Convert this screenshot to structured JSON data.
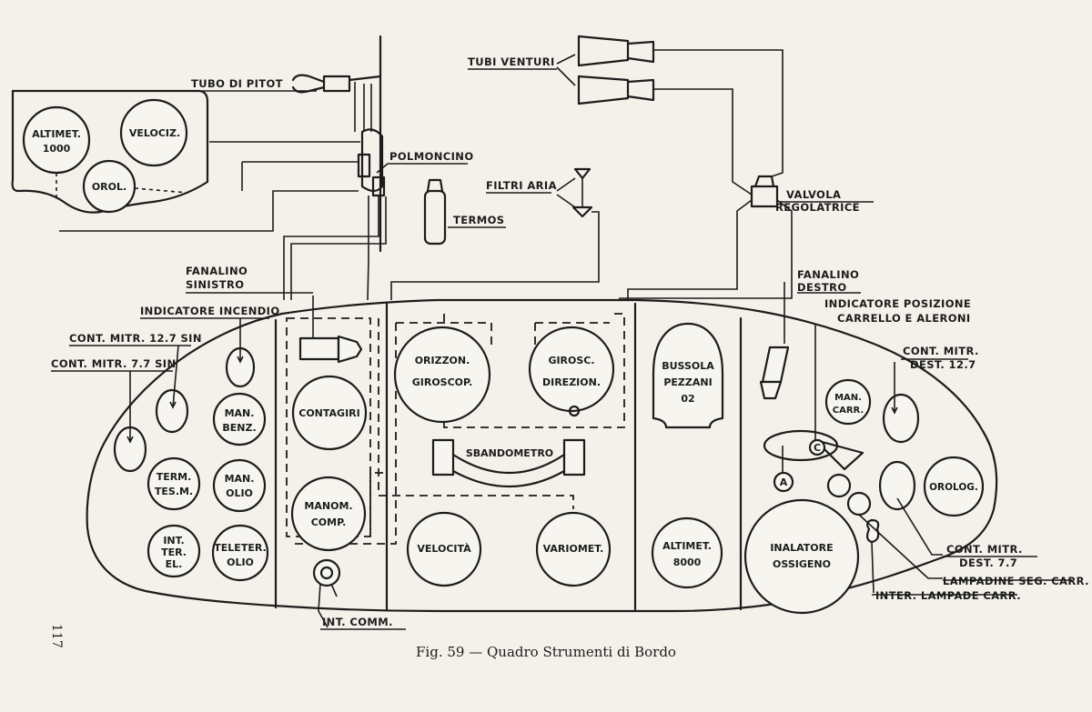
{
  "caption": "Fig. 59 — Quadro Strumenti di Bordo",
  "page_number": "117",
  "upper_labels": {
    "tubo_pitot": "TUBO DI PITOT",
    "tubi_venturi": "TUBI VENTURI",
    "polmoncino": "POLMONCINO",
    "filtri_aria": "FILTRI ARIA",
    "termos": "TERMOS",
    "valvola_1": "VALVOLA",
    "valvola_2": "REGOLATRICE"
  },
  "callouts": {
    "fanalino_sx_1": "FANALINO",
    "fanalino_sx_2": "SINISTRO",
    "indicatore_incendio": "INDICATORE INCENDIO",
    "cont_mitr_127_sin": "CONT. MITR. 12.7 SIN",
    "cont_mitr_77_sin": "CONT. MITR. 7.7 SIN",
    "fanalino_dx_1": "FANALINO",
    "fanalino_dx_2": "DESTRO",
    "ind_posizione_1": "INDICATORE POSIZIONE",
    "ind_posizione_2": "CARRELLO E ALERONI",
    "cont_mitr_dest_127_1": "CONT. MITR.",
    "cont_mitr_dest_127_2": "DEST. 12.7",
    "cont_mitr_dest_77_1": "CONT. MITR.",
    "cont_mitr_dest_77_2": "DEST. 7.7",
    "lampadine": "LAMPADINE SEG. CARR.",
    "inter_lampade": "INTER. LAMPADE CARR.",
    "int_comm": "INT. COMM."
  },
  "aux_panel": {
    "altimet_1": "ALTIMET.",
    "altimet_2": "1000",
    "velociz": "VELOCIZ.",
    "orol": "OROL."
  },
  "instruments": {
    "orizzon_1": "ORIZZON.",
    "orizzon_2": "GIROSCOP.",
    "girosc_1": "GIROSC.",
    "girosc_2": "DIREZION.",
    "bussola_1": "BUSSOLA",
    "bussola_2": "PEZZANI",
    "bussola_3": "02",
    "contagiri": "CONTAGIRI",
    "sbandometro": "SBANDOMETRO",
    "manom_1": "MANOM.",
    "manom_2": "COMP.",
    "velocita": "VELOCITÀ",
    "variomet": "VARIOMET.",
    "altimet8_1": "ALTIMET.",
    "altimet8_2": "8000",
    "inalatore_1": "INALATORE",
    "inalatore_2": "OSSIGENO",
    "man_benz_1": "MAN.",
    "man_benz_2": "BENZ.",
    "term_1": "TERM.",
    "term_2": "TES.M.",
    "man_olio_1": "MAN.",
    "man_olio_2": "OLIO",
    "inter_el_1": "INT.",
    "inter_el_2": "TER.",
    "inter_el_3": "EL.",
    "teleter_1": "TELETER.",
    "teleter_2": "OLIO",
    "man_carr_1": "MAN.",
    "man_carr_2": "CARR.",
    "orolog": "OROLOG.",
    "mark_a": "A",
    "mark_c": "C"
  }
}
